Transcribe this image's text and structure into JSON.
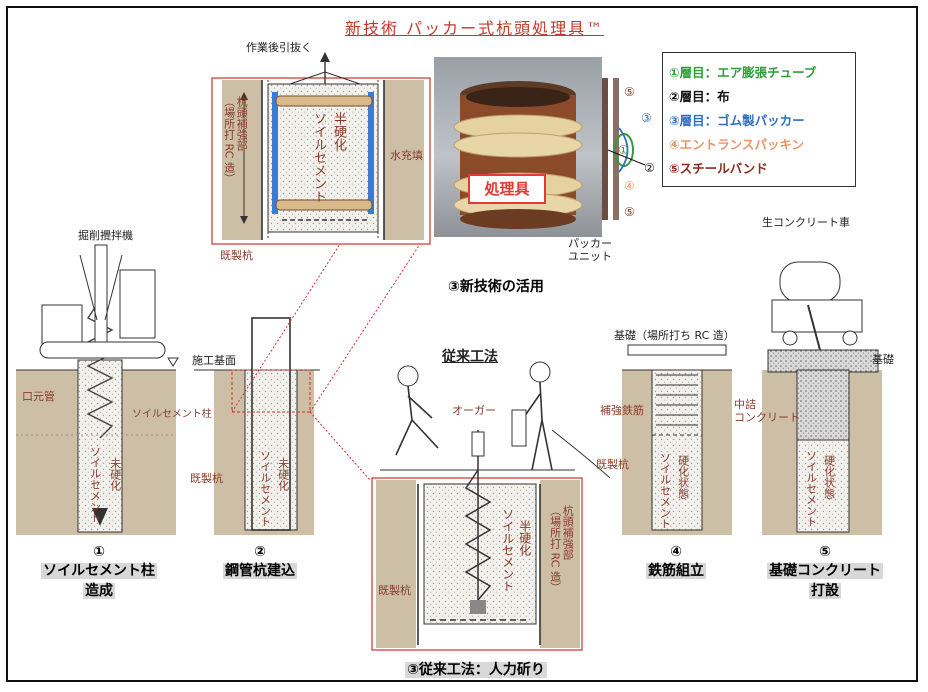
{
  "title": "新技術 パッカー式杭頭処理具™",
  "legend": {
    "item1": "①層目：エア膨張チューブ",
    "item2": "②層目：布",
    "item3": "③層目：ゴム製パッカー",
    "item4": "④エントランスパッキン",
    "item5": "⑤スチールバンド",
    "color1": "#2e9d3a",
    "color2": "#111111",
    "color3": "#2f6fc0",
    "color4": "#e8956a",
    "color5": "#8a2a1a"
  },
  "photo": {
    "tag": "処理具",
    "unit_label": "パッカー\nユニット"
  },
  "detail": {
    "n5": "⑤",
    "n3": "③",
    "n1": "①",
    "n2": "②",
    "n4": "④",
    "n5b": "⑤"
  },
  "new_method": {
    "lift_label": "作業後引抜く",
    "water": "水充填",
    "reinforce": "杭頭補強部\n（場所打 RC 造）",
    "soil": "ソイルセメント",
    "semi": "半硬化",
    "pile": "既製杭",
    "caption": "③新技術の活用"
  },
  "stages": {
    "machine": "掘削攪拌機",
    "mouth": "口元管",
    "column": "ソイルセメント柱",
    "soil1": "ソイルセメント",
    "unhard1": "未硬化",
    "s1_num": "①",
    "s1_line1": "ソイルセメント柱",
    "s1_line2": "造成",
    "base_level": "施工基面",
    "pile2": "既製杭",
    "soil2": "ソイルセメント",
    "unhard2": "未硬化",
    "s2_num": "②",
    "s2_line1": "鋼管杭建込",
    "conventional": "従来工法",
    "auger": "オーガー",
    "soil3": "ソイルセメント",
    "semi3": "半硬化",
    "reinforce3": "杭頭補強部\n（場所打 RC 造）",
    "pile3": "既製杭",
    "s3_caption": "③従来工法：人力斫り",
    "foundation_rc": "基礎（場所打ち RC 造）",
    "rebar": "補強鉄筋",
    "pile4": "既製杭",
    "soil4": "ソイルセメント",
    "hard4": "硬化状態",
    "s4_num": "④",
    "s4_line1": "鉄筋組立",
    "truck": "生コンクリート車",
    "foundation": "基礎",
    "infill": "中詰\nコンクリート",
    "soil5": "ソイルセメント",
    "hard5": "硬化状態",
    "s5_num": "⑤",
    "s5_line1": "基礎コンクリート",
    "s5_line2": "打設"
  }
}
